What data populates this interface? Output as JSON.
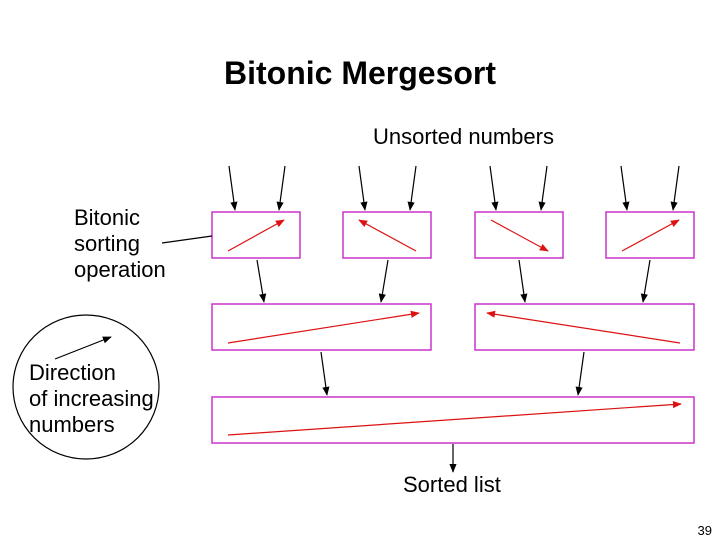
{
  "title": "Bitonic Mergesort",
  "labels": {
    "unsorted": "Unsorted numbers",
    "sorted": "Sorted list",
    "bitonic": [
      "Bitonic",
      "sorting",
      "operation"
    ],
    "direction": [
      "Direction",
      "of increasing",
      "numbers"
    ]
  },
  "page_number": "39",
  "colors": {
    "box_border": "#cc33cc",
    "arrow_red": "#dd1111",
    "arrow_black": "#000000"
  }
}
